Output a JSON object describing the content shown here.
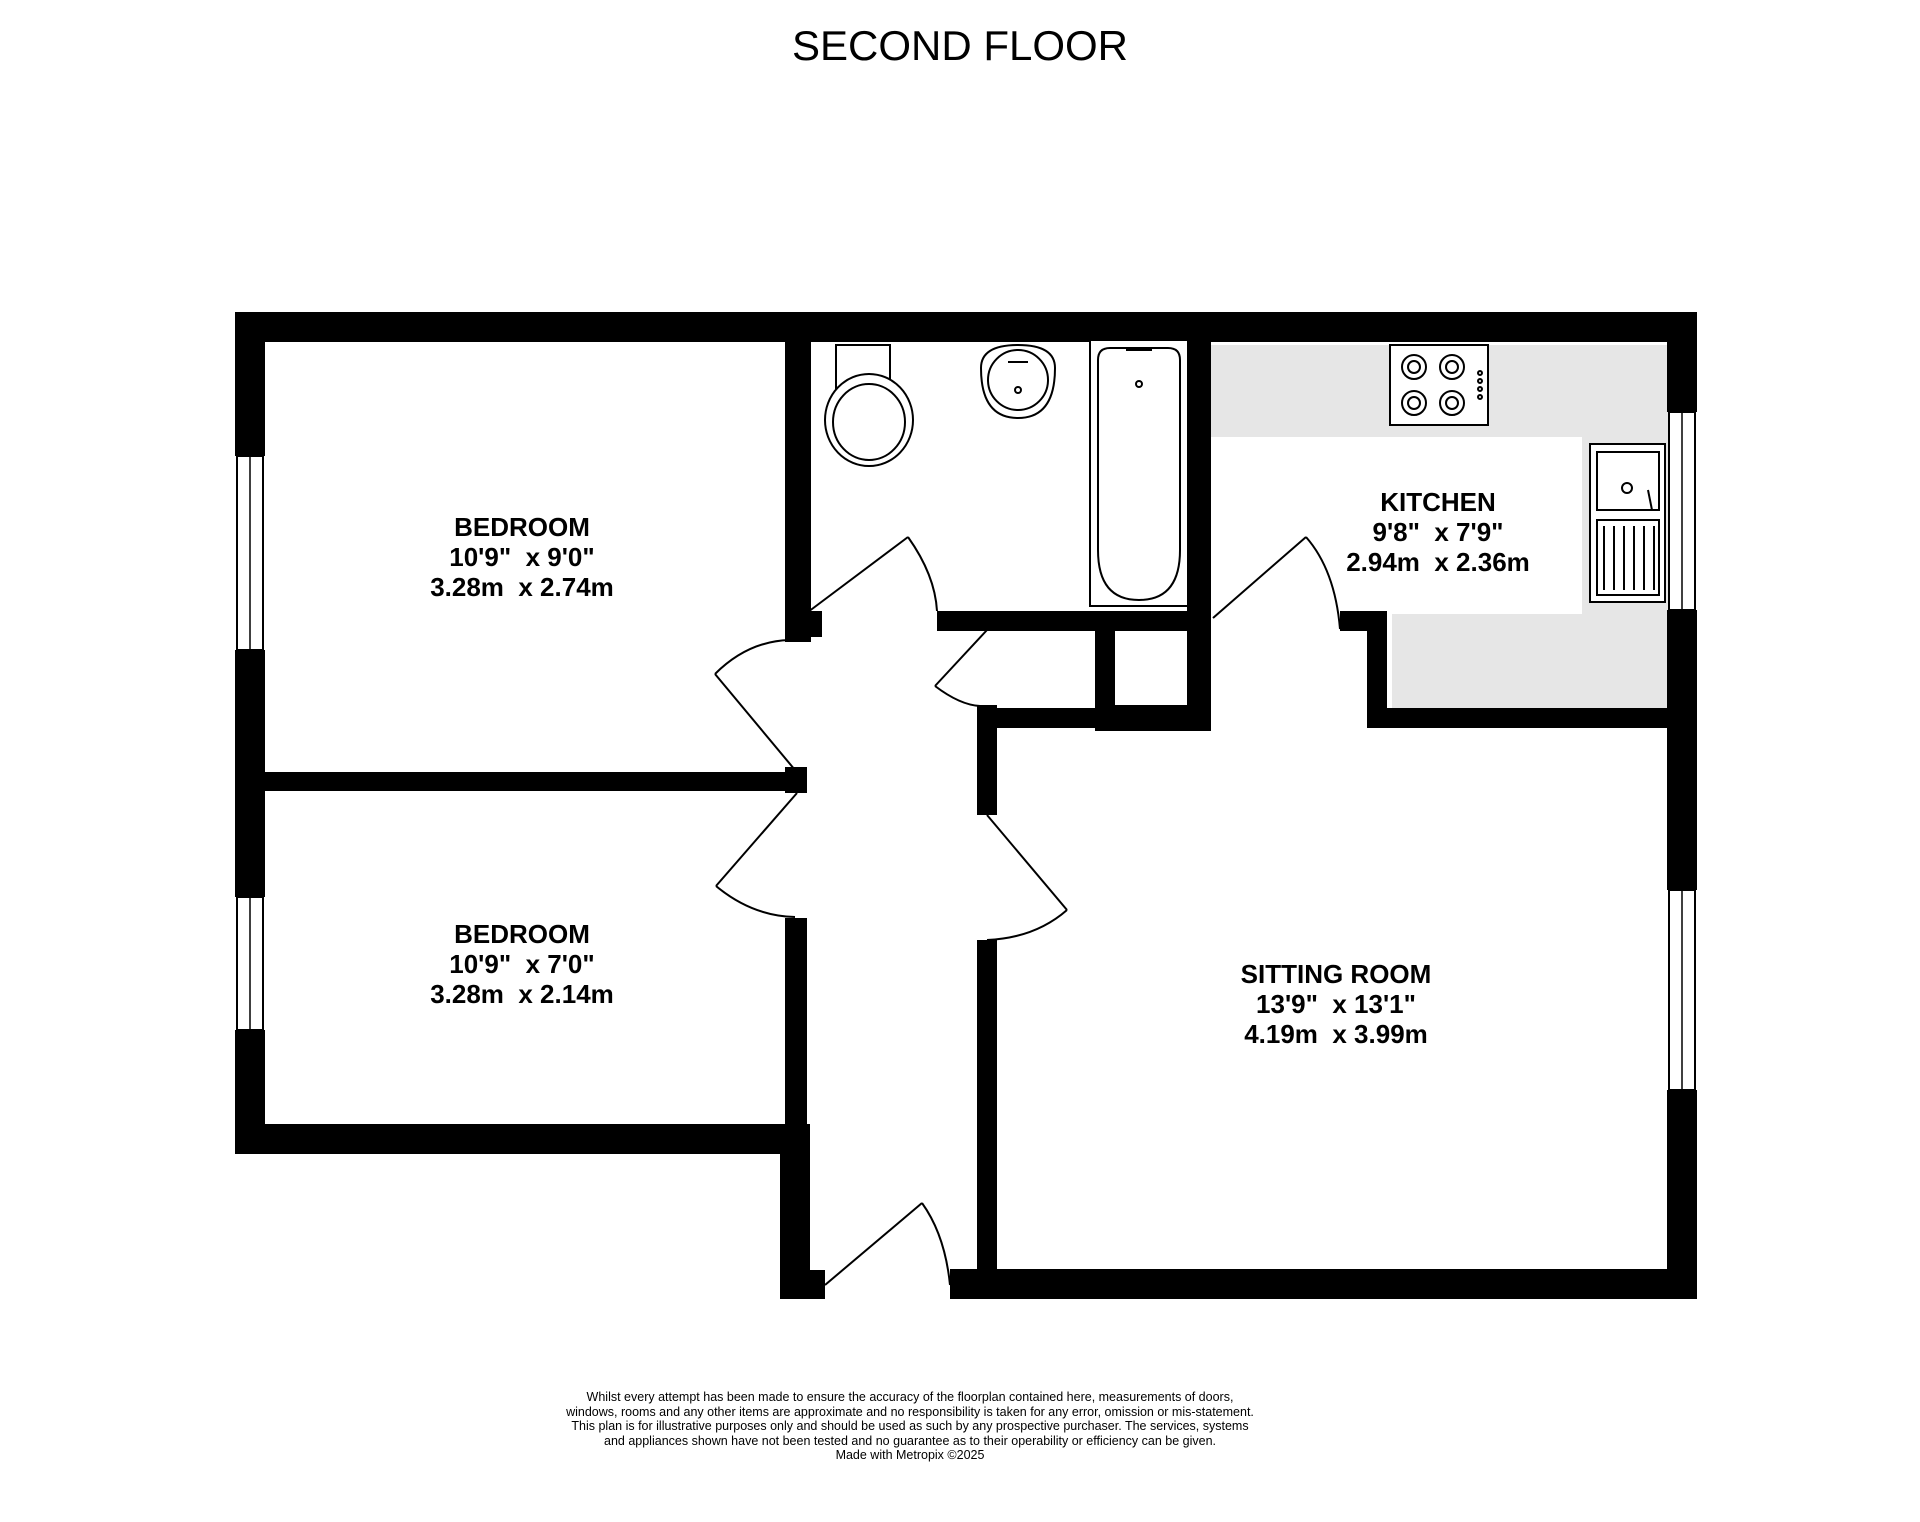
{
  "floor": {
    "title": "SECOND FLOOR"
  },
  "rooms": [
    {
      "name": "BEDROOM",
      "imperial": "10'9\"  x 9'0\"",
      "metric": "3.28m  x 2.74m"
    },
    {
      "name": "BEDROOM",
      "imperial": "10'9\"  x 7'0\"",
      "metric": "3.28m  x 2.14m"
    },
    {
      "name": "KITCHEN",
      "imperial": "9'8\"  x 7'9\"",
      "metric": "2.94m  x 2.36m"
    },
    {
      "name": "SITTING ROOM",
      "imperial": "13'9\"  x 13'1\"",
      "metric": "4.19m  x 3.99m"
    }
  ],
  "disclaimer": {
    "text": "Whilst every attempt has been made to ensure the accuracy of the floorplan contained here, measurements of doors, windows, rooms and any other items are approximate and no responsibility is taken for any error, omission or mis-statement. This plan is for illustrative purposes only and should be used as such by any prospective purchaser. The services, systems and appliances shown have not been tested and no guarantee as to their operability or efficiency can be given.",
    "credit": "Made with Metropix ©2025"
  },
  "colors": {
    "wall": "#000000",
    "kitchen_worktop": "#e6e6e6",
    "background": "#ffffff"
  }
}
